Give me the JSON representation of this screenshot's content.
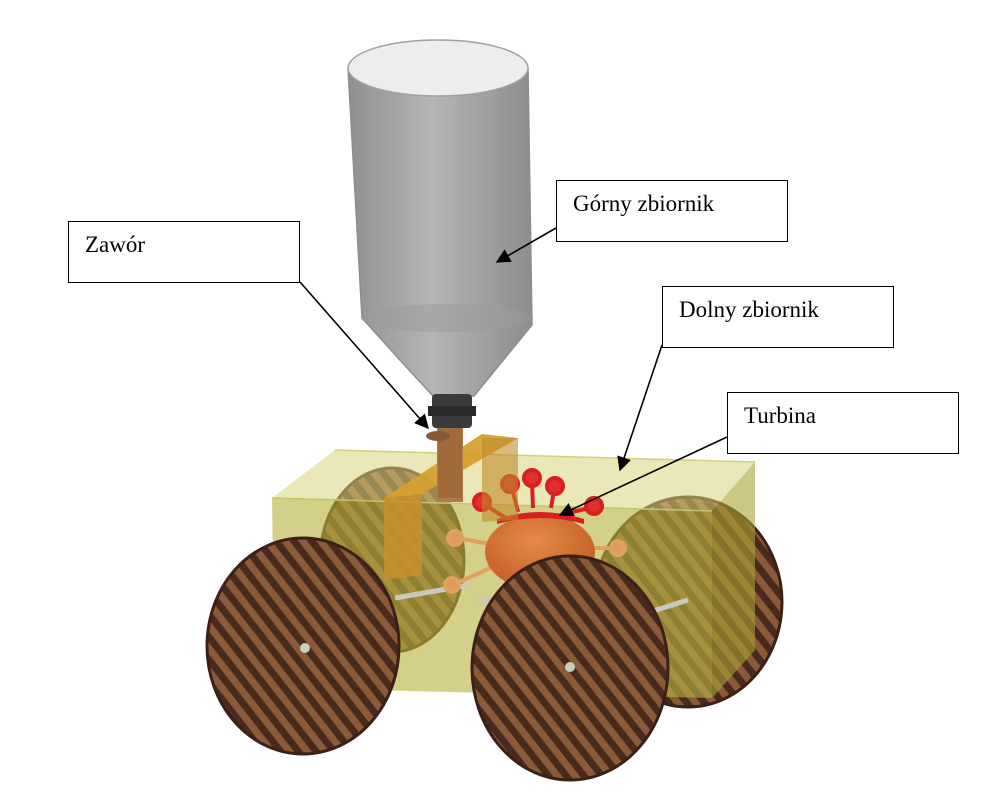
{
  "labels": {
    "upper_tank": "Górny zbiornik",
    "valve": "Zawór",
    "lower_tank": "Dolny zbiornik",
    "turbine": "Turbina"
  },
  "colors": {
    "bottle": "#9a9c9c",
    "tank": "#c8c84e",
    "wheel": "#5a3424",
    "turbine": "#d64a26",
    "bracket": "#c8902c",
    "arrow": "#000000"
  }
}
